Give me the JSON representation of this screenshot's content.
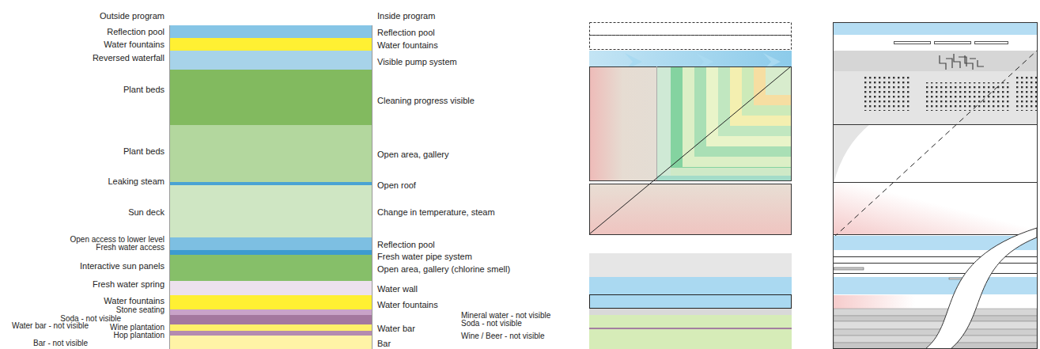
{
  "diagram": {
    "nodes": [
      {
        "text": [
          "Reflection pool",
          "Reflection pool"
        ]
      },
      {
        "text": [
          "Water fountains",
          "Water fountains"
        ]
      },
      {
        "text": [
          "Reversed waterfall",
          "Visible pump system"
        ]
      },
      {
        "text": [
          "Plant beds",
          "Cleaning progress visible"
        ]
      },
      {
        "text": [
          "Plant beds",
          "Open area, gallery"
        ]
      },
      {
        "text": [
          "Leaking steam",
          "Open roof"
        ]
      },
      {
        "text": [
          "Sun deck",
          "Change in temperature, steam"
        ]
      },
      {
        "text": [
          "Open access to lower level",
          "Reflection pool"
        ]
      },
      {
        "text": [
          "Fresh water access",
          "Fresh water pipe system"
        ]
      },
      {
        "text": [
          "Interactive sun panels",
          "Open area, gallery (chlorine smell)"
        ]
      },
      {
        "text": [
          "Fresh water spring",
          "Water wall"
        ]
      },
      {
        "text": [
          "Water fountains",
          "Water fountains"
        ]
      },
      {
        "text": [
          "Stone seating"
        ]
      },
      {
        "text": [
          "Soda - not visible",
          "Water bar - not visible"
        ]
      },
      {
        "text": [
          "Wine plantation",
          "Water bar"
        ]
      },
      {
        "text": [
          "Hop plantation"
        ]
      },
      {
        "text": [
          "Bar - not visible",
          "Bar"
        ]
      }
    ],
    "labels": [
      "Outside program",
      "Inside program",
      "Mineral water - not visible",
      "Soda - not visible",
      "Wine / Beer - not visible"
    ]
  }
}
